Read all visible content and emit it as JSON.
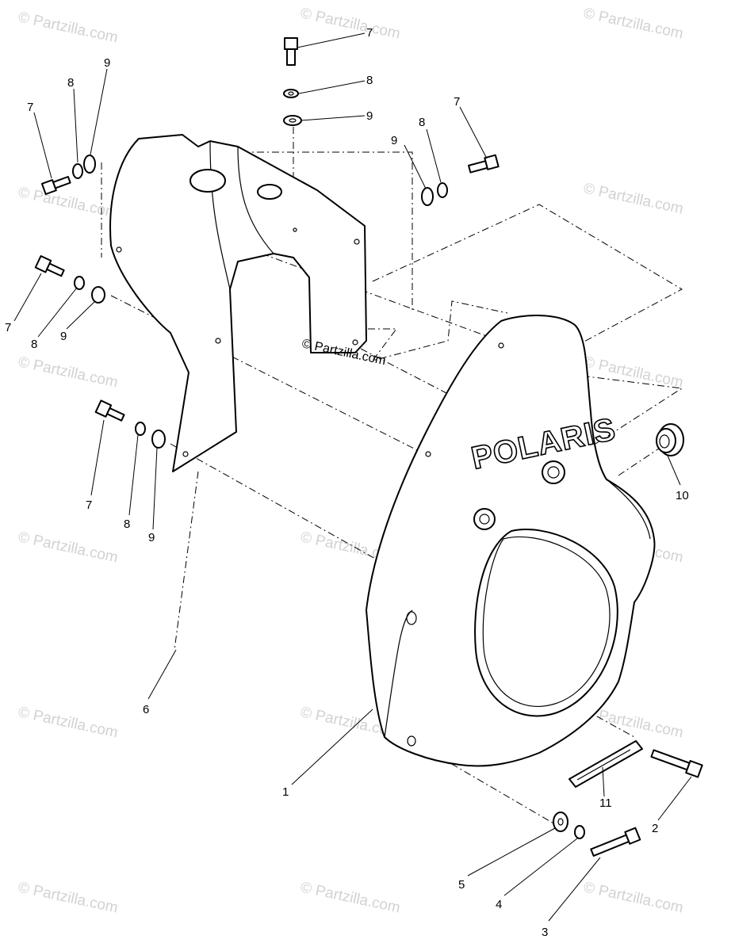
{
  "watermark": {
    "text": "© Partzilla.com"
  },
  "center_caption": "© Partzilla.com",
  "brand_text": "POLARIS",
  "callouts": [
    {
      "id": "c7a",
      "label": "7"
    },
    {
      "id": "c8a",
      "label": "8"
    },
    {
      "id": "c9a",
      "label": "9"
    },
    {
      "id": "c7b",
      "label": "7"
    },
    {
      "id": "c8b",
      "label": "8"
    },
    {
      "id": "c9b",
      "label": "9"
    },
    {
      "id": "c9c",
      "label": "9"
    },
    {
      "id": "c8c",
      "label": "8"
    },
    {
      "id": "c7c",
      "label": "7"
    },
    {
      "id": "c7d",
      "label": "7"
    },
    {
      "id": "c8d",
      "label": "8"
    },
    {
      "id": "c9d",
      "label": "9"
    },
    {
      "id": "c7e",
      "label": "7"
    },
    {
      "id": "c8e",
      "label": "8"
    },
    {
      "id": "c9e",
      "label": "9"
    },
    {
      "id": "c10",
      "label": "10"
    },
    {
      "id": "c6",
      "label": "6"
    },
    {
      "id": "c1",
      "label": "1"
    },
    {
      "id": "c11",
      "label": "11"
    },
    {
      "id": "c2",
      "label": "2"
    },
    {
      "id": "c5",
      "label": "5"
    },
    {
      "id": "c4",
      "label": "4"
    },
    {
      "id": "c3",
      "label": "3"
    }
  ]
}
